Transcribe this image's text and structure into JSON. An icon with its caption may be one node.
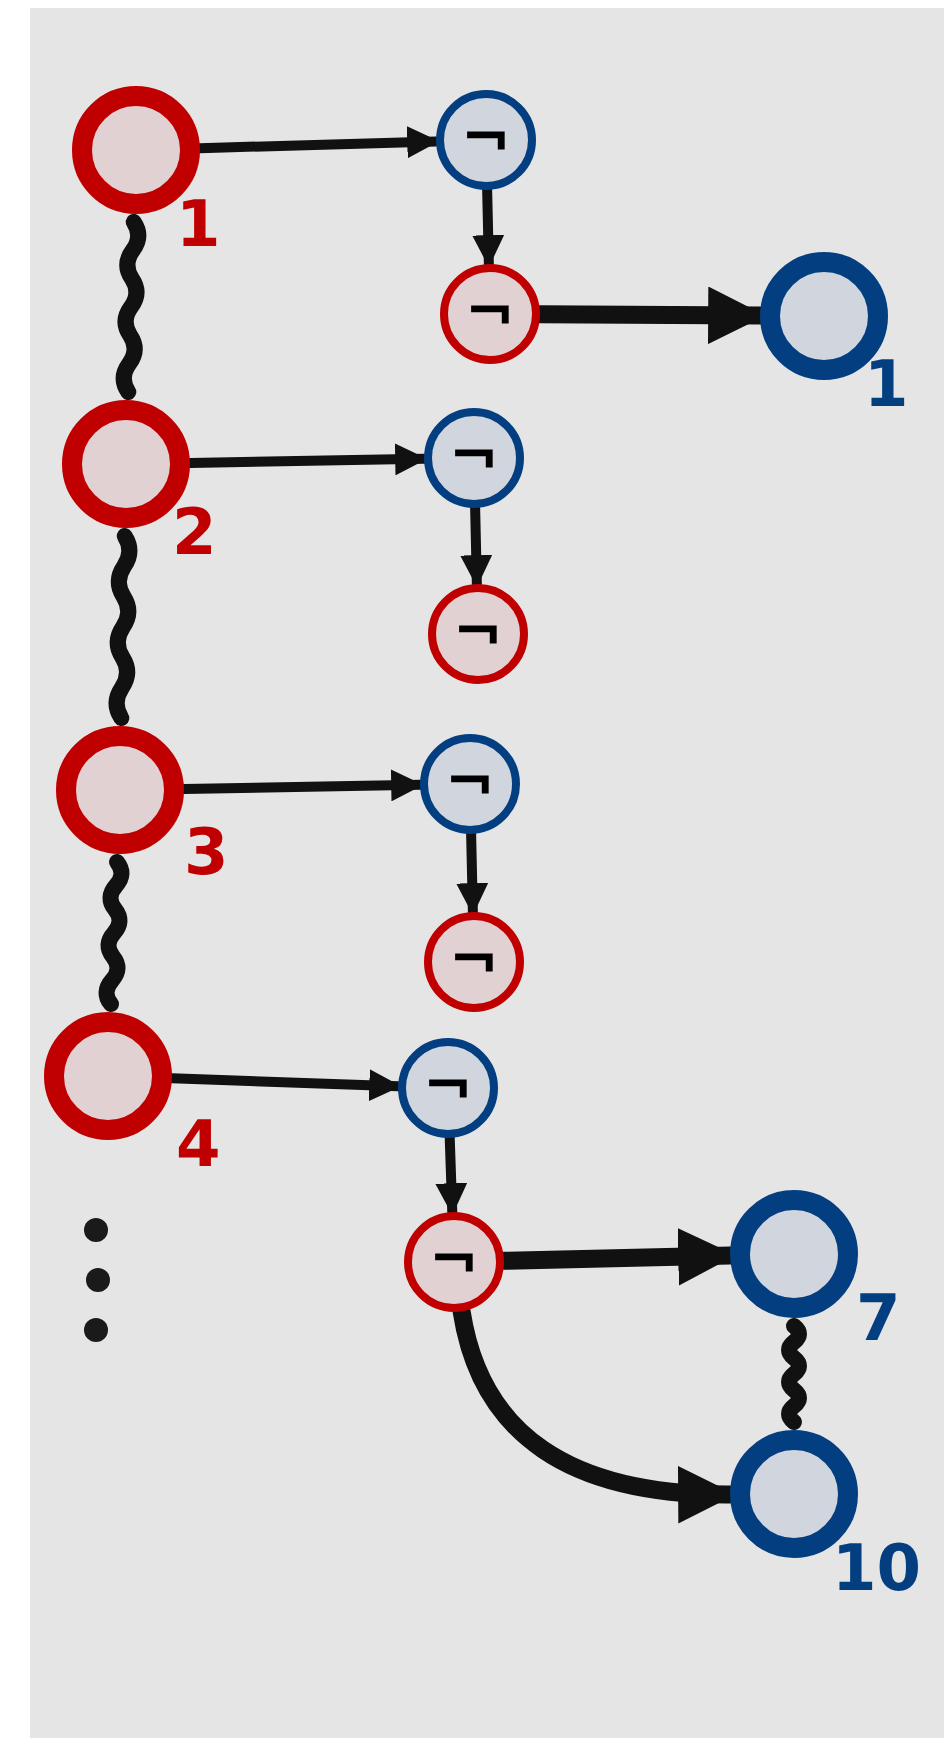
{
  "diagram": {
    "nodes": [
      {
        "text": [],
        "shape": "circle",
        "beside": [
          "1"
        ]
      },
      {
        "text": [
          "¬"
        ]
      },
      {
        "text": [
          "¬"
        ]
      },
      {
        "text": [],
        "shape": "circle",
        "beside": [
          "1"
        ]
      },
      {
        "text": [],
        "shape": "circle",
        "beside": [
          "2"
        ]
      },
      {
        "text": [
          "¬"
        ]
      },
      {
        "text": [
          "¬"
        ]
      },
      {
        "text": [],
        "shape": "circle",
        "beside": [
          "3"
        ]
      },
      {
        "text": [
          "¬"
        ]
      },
      {
        "text": [
          "¬"
        ]
      },
      {
        "text": [],
        "shape": "circle",
        "beside": [
          "4"
        ]
      },
      {
        "text": [
          "¬"
        ]
      },
      {
        "text": [
          "¬"
        ]
      },
      {
        "text": [],
        "shape": "circle",
        "beside": [
          "7"
        ]
      },
      {
        "text": [],
        "shape": "circle",
        "beside": [
          "10"
        ]
      }
    ],
    "edges": [
      {
        "from": 0,
        "to": 1,
        "arrow": "to"
      },
      {
        "from": 1,
        "to": 2,
        "arrow": "to"
      },
      {
        "from": 2,
        "to": 3,
        "arrow": "to",
        "style": "thick"
      },
      {
        "from": 0,
        "to": 4,
        "arrow": "none"
      },
      {
        "from": 4,
        "to": 5,
        "arrow": "to"
      },
      {
        "from": 5,
        "to": 6,
        "arrow": "to"
      },
      {
        "from": 4,
        "to": 7,
        "arrow": "none"
      },
      {
        "from": 7,
        "to": 8,
        "arrow": "to"
      },
      {
        "from": 8,
        "to": 9,
        "arrow": "to"
      },
      {
        "from": 7,
        "to": 10,
        "arrow": "none"
      },
      {
        "from": 10,
        "to": 11,
        "arrow": "to"
      },
      {
        "from": 11,
        "to": 12,
        "arrow": "to"
      },
      {
        "from": 12,
        "to": 13,
        "arrow": "to",
        "style": "thick"
      },
      {
        "from": 12,
        "to": 14,
        "arrow": "to",
        "style": "thick"
      },
      {
        "from": 13,
        "to": 14,
        "arrow": "none"
      }
    ]
  }
}
